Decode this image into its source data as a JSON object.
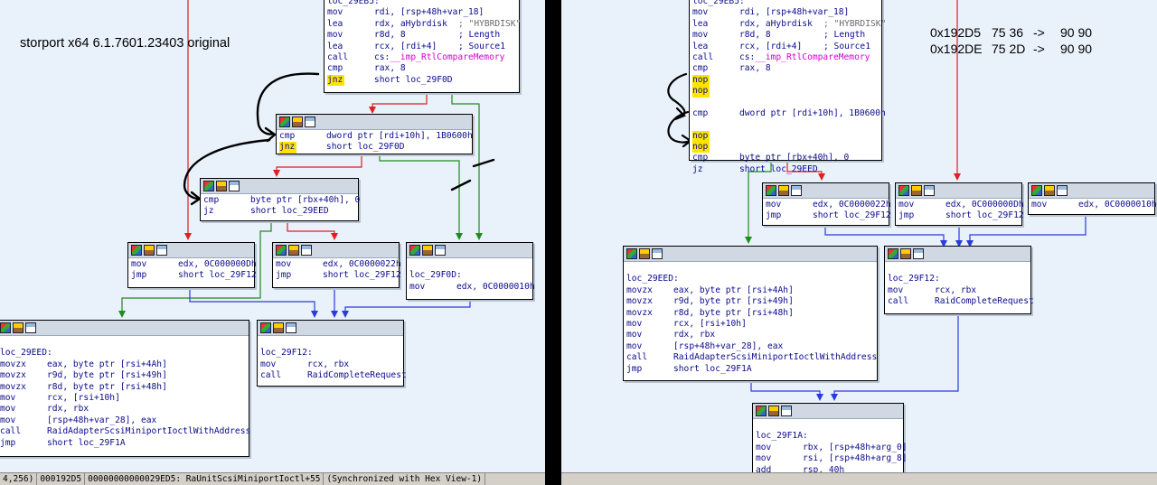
{
  "left": {
    "annotation": "storport x64 6.1.7601.23403 original",
    "blocks": {
      "b1": [
        {
          "label": "loc_29EB5:"
        },
        {
          "m": "mov",
          "o": "rdi, [rsp+48h+var_18]"
        },
        {
          "m": "lea",
          "o": "rdx, aHybrdisk",
          "c": "; \"HYBRDISK\""
        },
        {
          "m": "mov",
          "o": "r8d, 8",
          "c": "; Length"
        },
        {
          "m": "lea",
          "o": "rcx, [rdi+4]",
          "c": "; Source1"
        },
        {
          "m": "call",
          "o": "cs:__imp_RtlCompareMemory"
        },
        {
          "m": "cmp",
          "o": "rax, 8"
        },
        {
          "m": "jnz",
          "o": "short loc_29F0D",
          "hl": true
        }
      ],
      "b2": [
        {
          "m": "cmp",
          "o": "dword ptr [rdi+10h], 1B0600h"
        },
        {
          "m": "jnz",
          "o": "short loc_29F0D",
          "hl": true
        }
      ],
      "b3": [
        {
          "m": "cmp",
          "o": "byte ptr [rbx+40h], 0"
        },
        {
          "m": "jz",
          "o": "short loc_29EED"
        }
      ],
      "b4": [
        {
          "m": "mov",
          "o": "edx, 0C000000Dh"
        },
        {
          "m": "jmp",
          "o": "short loc_29F12"
        }
      ],
      "b5": [
        {
          "m": "mov",
          "o": "edx, 0C0000022h"
        },
        {
          "m": "jmp",
          "o": "short loc_29F12"
        }
      ],
      "b6": [
        {
          "blank": true
        },
        {
          "label": "loc_29F0D:"
        },
        {
          "m": "mov",
          "o": "edx, 0C0000010h"
        }
      ],
      "b7": [
        {
          "blank": true
        },
        {
          "label": "loc_29EED:"
        },
        {
          "m": "movzx",
          "o": "eax, byte ptr [rsi+4Ah]"
        },
        {
          "m": "movzx",
          "o": "r9d, byte ptr [rsi+49h]"
        },
        {
          "m": "movzx",
          "o": "r8d, byte ptr [rsi+48h]"
        },
        {
          "m": "mov",
          "o": "rcx, [rsi+10h]"
        },
        {
          "m": "mov",
          "o": "rdx, rbx"
        },
        {
          "m": "mov",
          "o": "[rsp+48h+var_28], eax"
        },
        {
          "m": "call",
          "o": "RaidAdapterScsiMiniportIoctlWithAddress"
        },
        {
          "m": "jmp",
          "o": "short loc_29F1A"
        }
      ],
      "b8": [
        {
          "blank": true
        },
        {
          "label": "loc_29F12:"
        },
        {
          "m": "mov",
          "o": "rcx, rbx"
        },
        {
          "m": "call",
          "o": "RaidCompleteRequest"
        }
      ]
    },
    "status": [
      "4,256)",
      "000192D5",
      "00000000000029ED5: RaUnitScsiMiniportIoctl+55",
      "(Synchronized with Hex View-1)"
    ]
  },
  "right": {
    "patch_lines": [
      {
        "addr": "0x192D5",
        "bytes": "75 36",
        "arrow": "->",
        "patched": "90 90"
      },
      {
        "addr": "0x192DE",
        "bytes": "75 2D",
        "arrow": "->",
        "patched": "90 90"
      }
    ],
    "blocks": {
      "r1": [
        {
          "label": "loc_29EB5:"
        },
        {
          "m": "mov",
          "o": "rdi, [rsp+48h+var_18]"
        },
        {
          "m": "lea",
          "o": "rdx, aHybrdisk",
          "c": "; \"HYBRDISK\""
        },
        {
          "m": "mov",
          "o": "r8d, 8",
          "c": "; Length"
        },
        {
          "m": "lea",
          "o": "rcx, [rdi+4]",
          "c": "; Source1"
        },
        {
          "m": "call",
          "o": "cs:__imp_RtlCompareMemory"
        },
        {
          "m": "cmp",
          "o": "rax, 8"
        },
        {
          "m": "nop",
          "o": "",
          "hl": true
        },
        {
          "m": "nop",
          "o": "",
          "hl": true
        },
        {
          "blank": true
        },
        {
          "m": "cmp",
          "o": "dword ptr [rdi+10h], 1B0600h"
        },
        {
          "blank": true
        },
        {
          "m": "nop",
          "o": "",
          "hl": true
        },
        {
          "m": "nop",
          "o": "",
          "hl": true
        },
        {
          "m": "cmp",
          "o": "byte ptr [rbx+40h], 0"
        },
        {
          "m": "jz",
          "o": "short loc_29EED"
        }
      ],
      "r2": [
        {
          "m": "mov",
          "o": "edx, 0C0000022h"
        },
        {
          "m": "jmp",
          "o": "short loc_29F12"
        }
      ],
      "r3": [
        {
          "m": "mov",
          "o": "edx, 0C000000Dh"
        },
        {
          "m": "jmp",
          "o": "short loc_29F12"
        }
      ],
      "r4": [
        {
          "m": "mov",
          "o": "edx, 0C0000010h"
        }
      ],
      "r5": [
        {
          "blank": true
        },
        {
          "label": "loc_29EED:"
        },
        {
          "m": "movzx",
          "o": "eax, byte ptr [rsi+4Ah]"
        },
        {
          "m": "movzx",
          "o": "r9d, byte ptr [rsi+49h]"
        },
        {
          "m": "movzx",
          "o": "r8d, byte ptr [rsi+48h]"
        },
        {
          "m": "mov",
          "o": "rcx, [rsi+10h]"
        },
        {
          "m": "mov",
          "o": "rdx, rbx"
        },
        {
          "m": "mov",
          "o": "[rsp+48h+var_28], eax"
        },
        {
          "m": "call",
          "o": "RaidAdapterScsiMiniportIoctlWithAddress"
        },
        {
          "m": "jmp",
          "o": "short loc_29F1A"
        }
      ],
      "r6": [
        {
          "blank": true
        },
        {
          "label": "loc_29F12:"
        },
        {
          "m": "mov",
          "o": "rcx, rbx"
        },
        {
          "m": "call",
          "o": "RaidCompleteRequest"
        }
      ],
      "r7": [
        {
          "blank": true
        },
        {
          "label": "loc_29F1A:"
        },
        {
          "m": "mov",
          "o": "rbx, [rsp+48h+arg_0]"
        },
        {
          "m": "mov",
          "o": "rsi, [rsp+48h+arg_8]"
        },
        {
          "m": "add",
          "o": "rsp, 40h"
        }
      ]
    }
  },
  "colors": {
    "true_edge": "#1e8c1e",
    "false_edge": "#e02020",
    "uncond_edge": "#2a3bdc",
    "highlight": "#ffe400",
    "graph_bg": "#e9f1fb"
  }
}
